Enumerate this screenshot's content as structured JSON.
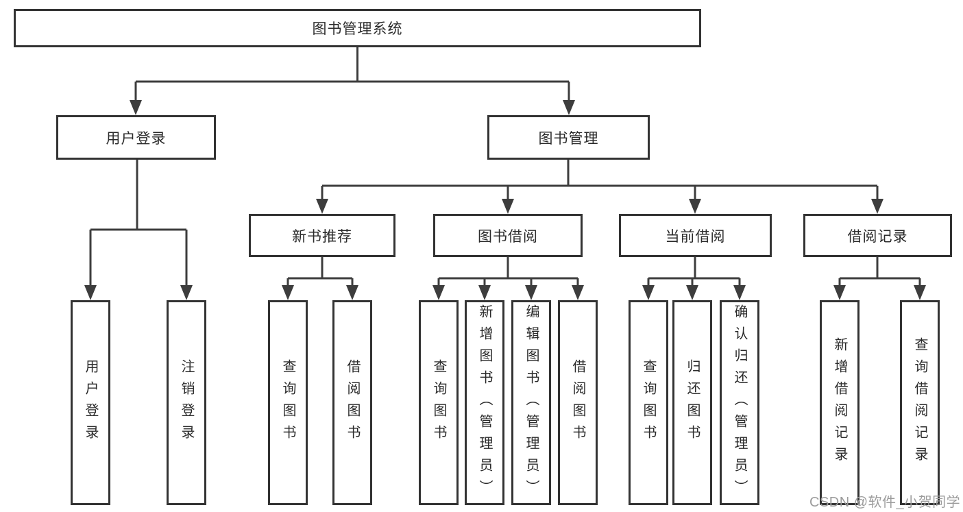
{
  "diagram": {
    "watermark": "CSDN @软件_小贺同学",
    "colors": {
      "line": "#3d3d3d",
      "box_border": "#333333",
      "box_background": "#ffffff",
      "text": "#2b2b2b",
      "watermark_text": "#9c9c9c",
      "page_background": "#ffffff"
    },
    "root": {
      "label": "图书管理系统",
      "children": [
        {
          "label": "用户登录",
          "children": [
            {
              "label": "用户登录"
            },
            {
              "label": "注销登录"
            }
          ]
        },
        {
          "label": "图书管理",
          "children": [
            {
              "label": "新书推荐",
              "children": [
                {
                  "label": "查询图书"
                },
                {
                  "label": "借阅图书"
                }
              ]
            },
            {
              "label": "图书借阅",
              "children": [
                {
                  "label": "查询图书"
                },
                {
                  "label": "新增图书（管理员）"
                },
                {
                  "label": "编辑图书（管理员）"
                },
                {
                  "label": "借阅图书"
                }
              ]
            },
            {
              "label": "当前借阅",
              "children": [
                {
                  "label": "查询图书"
                },
                {
                  "label": "归还图书"
                },
                {
                  "label": "确认归还（管理员）"
                }
              ]
            },
            {
              "label": "借阅记录",
              "children": [
                {
                  "label": "新增借阅记录"
                },
                {
                  "label": "查询借阅记录"
                }
              ]
            }
          ]
        }
      ]
    }
  }
}
